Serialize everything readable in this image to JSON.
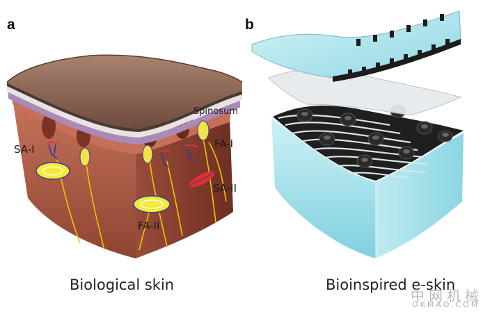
{
  "panels": {
    "a": {
      "letter": "a",
      "caption": "Biological skin",
      "labels": {
        "spinosum": "Spinosum",
        "sa1": "SA-I",
        "fa1": "FA-I",
        "sa2": "SA-II",
        "fa2": "FA-II"
      }
    },
    "b": {
      "letter": "b",
      "caption": "Bioinspired e-skin"
    }
  },
  "watermark": {
    "chinese": "中网机械",
    "latin": "OKMAO.COM"
  },
  "colors": {
    "dermis": "#b8644c",
    "epidermis": "#8f6a58",
    "nerve": "#f2c400",
    "nerve_ending": "#3a3a9a",
    "e_skin_base": "#9fdfe8"
  }
}
